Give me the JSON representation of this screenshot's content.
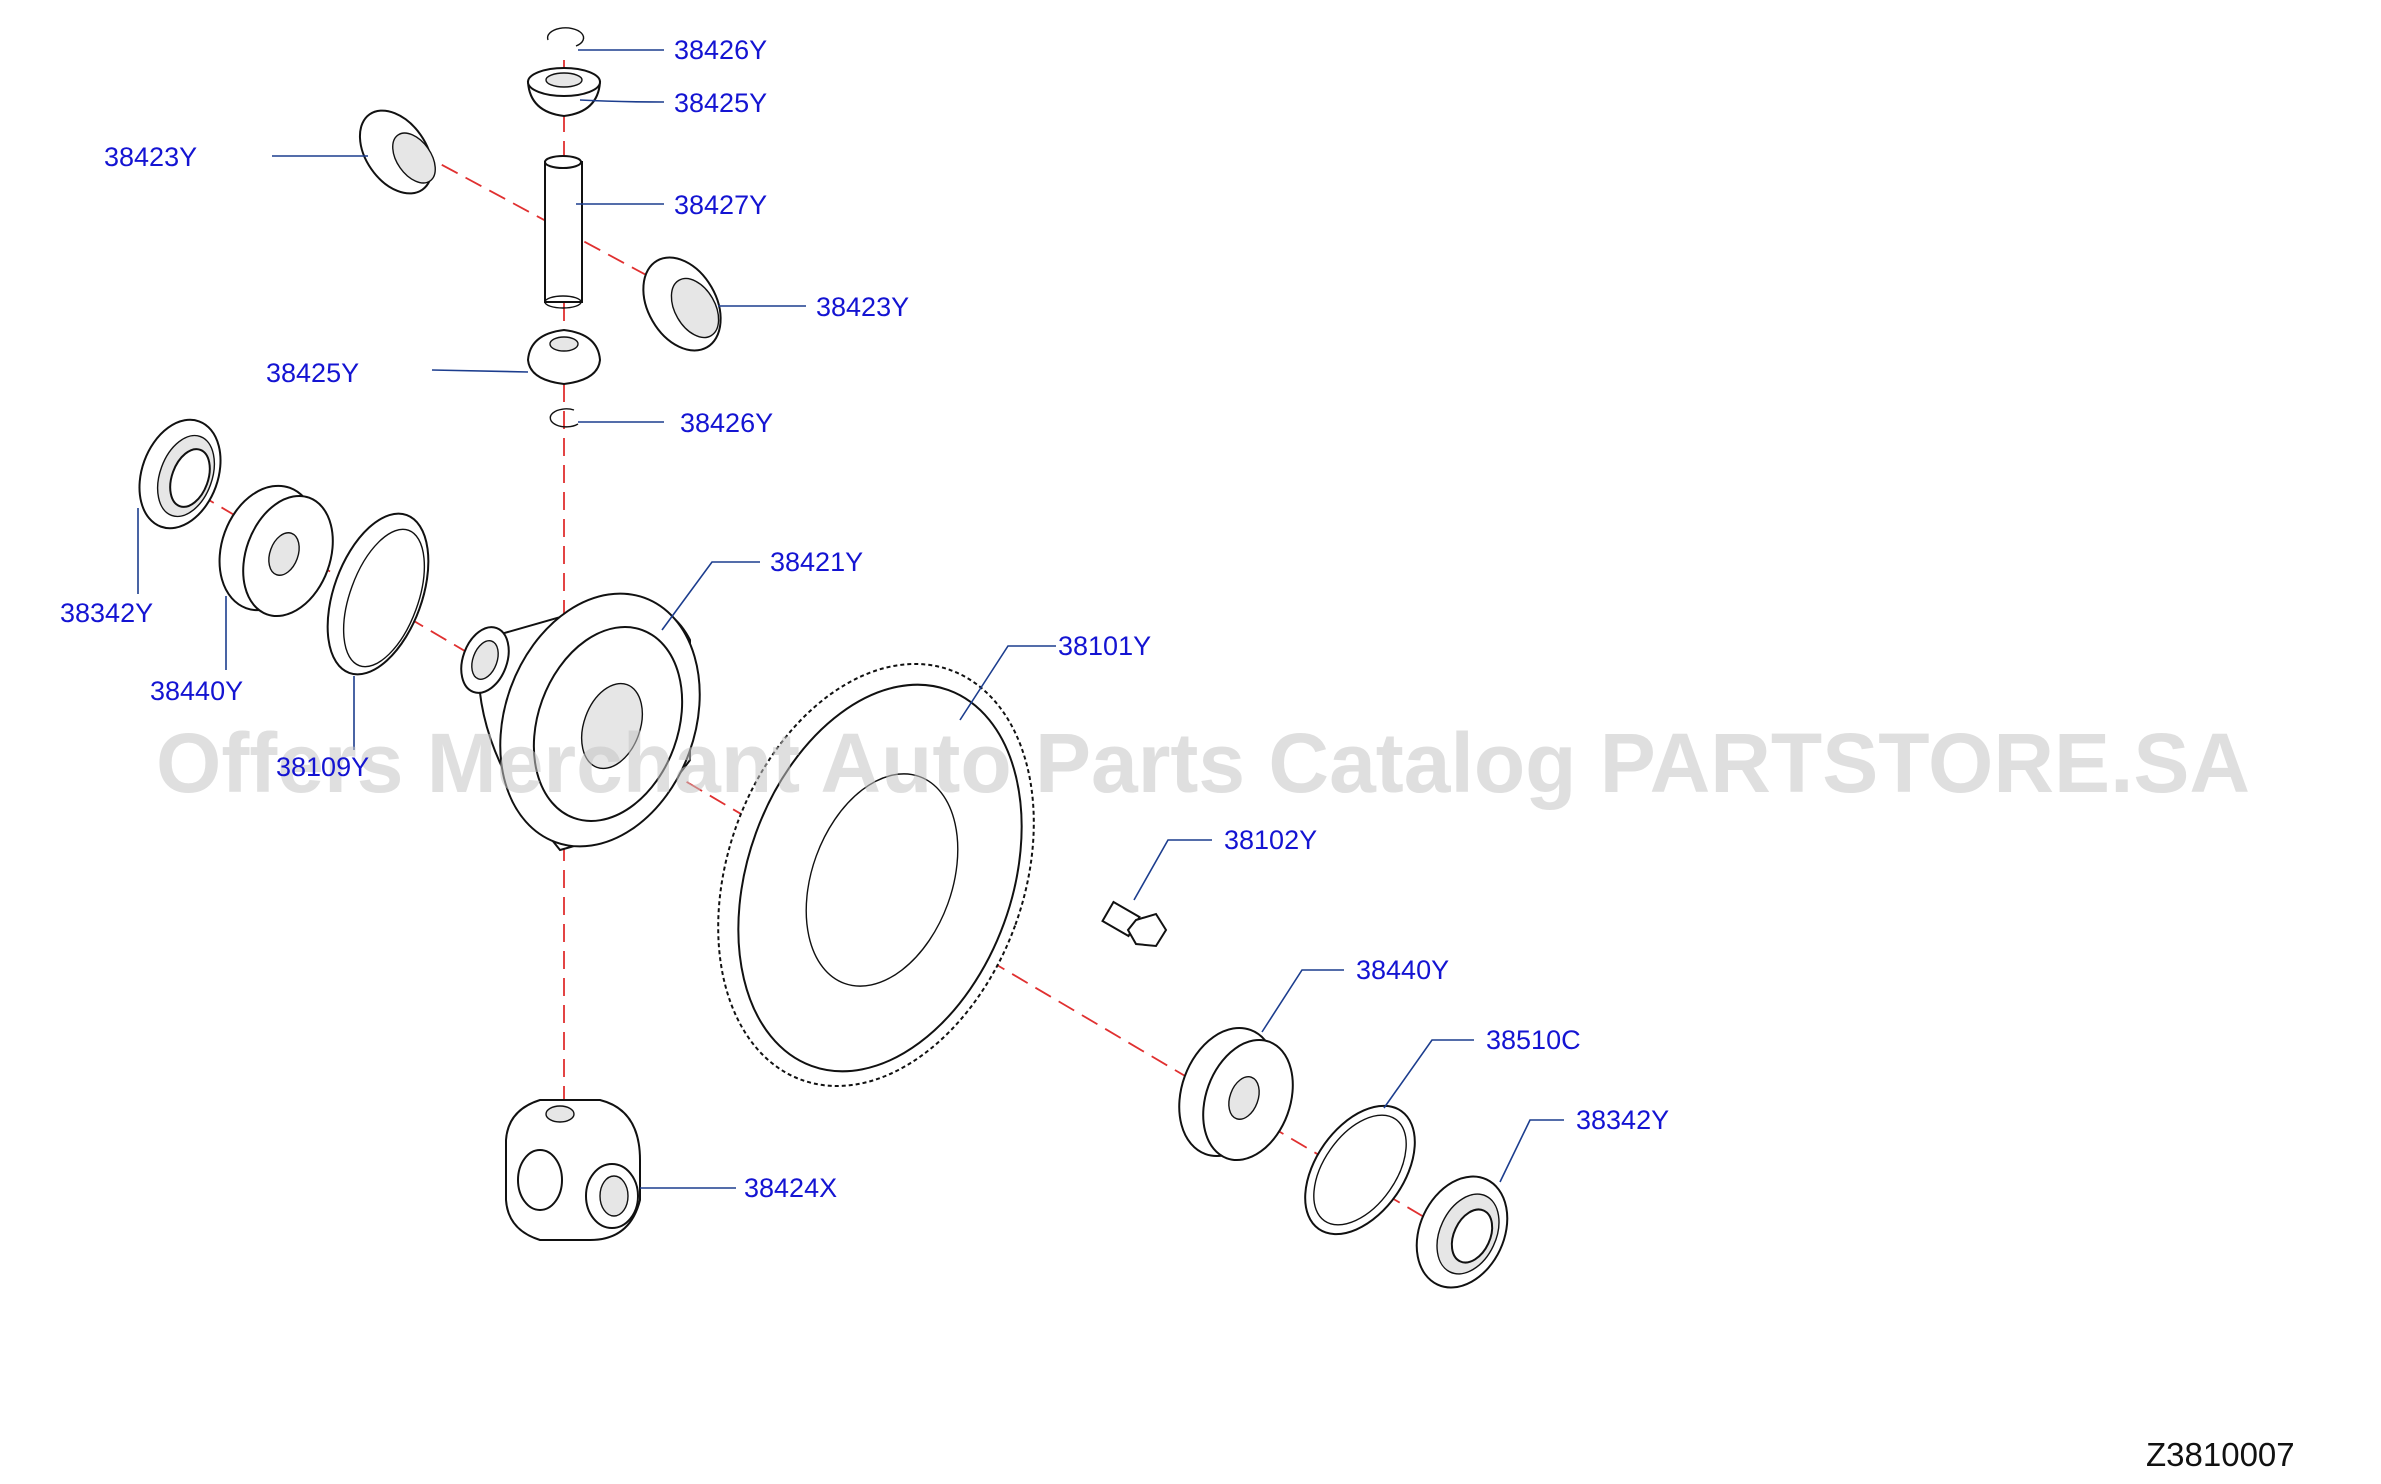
{
  "diagram": {
    "labels": {
      "washer_top_a": "38426Y",
      "washer_top_b": "38425Y",
      "thrust_left": "38423Y",
      "shaft": "38427Y",
      "thrust_right": "38423Y",
      "washer_low_b": "38425Y",
      "washer_low_a": "38426Y",
      "case": "38421Y",
      "seal_left": "38342Y",
      "bearing_left": "38440Y",
      "shim_left": "38109Y",
      "ring_gear": "38101Y",
      "bolt": "38102Y",
      "bearing_right": "38440Y",
      "ring_right": "38510C",
      "seal_right": "38342Y",
      "side_case": "38424X"
    },
    "code": "Z3810007",
    "watermark": "Offers Merchant Auto Parts Catalog PARTSTORE.SA"
  }
}
